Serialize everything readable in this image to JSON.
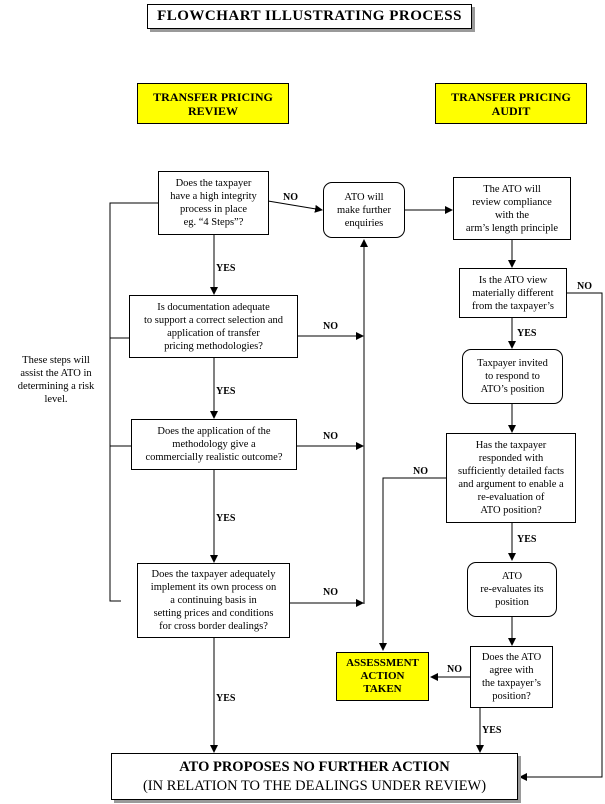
{
  "title": "FLOWCHART ILLUSTRATING PROCESS",
  "colors": {
    "highlight": "#ffff00",
    "line": "#000000",
    "shadow": "#9a9a9a"
  },
  "sections": {
    "review": "TRANSFER PRICING\nREVIEW",
    "audit": "TRANSFER PRICING\nAUDIT"
  },
  "side_note": "These steps will\nassist the ATO in\ndetermining a risk\nlevel.",
  "review_steps": {
    "q1": "Does the taxpayer\nhave a high integrity\nprocess in place\neg. “4 Steps”?",
    "q2": "Is documentation adequate\nto support a correct selection and\napplication of transfer\npricing methodologies?",
    "q3": "Does the application of the\nmethodology give a\ncommercially realistic outcome?",
    "q4": "Does the taxpayer adequately\nimplement its own process on\na continuing basis in\nsetting prices and conditions\nfor cross border dealings?"
  },
  "enquiries": "ATO will\nmake further\nenquiries",
  "audit_steps": {
    "review_compliance": "The ATO will\nreview compliance\nwith the\narm’s length principle",
    "q_view_different": "Is the ATO view\nmaterially different\nfrom the taxpayer’s",
    "invite": "Taxpayer invited\nto respond to\nATO’s position",
    "q_responded": "Has the taxpayer\nresponded with\nsufficiently detailed facts\nand argument to enable a\nre-evaluation of\nATO position?",
    "reevaluate": "ATO\nre-evaluates its\nposition",
    "q_agree": "Does the ATO\nagree with\nthe taxpayer’s\nposition?"
  },
  "assessment": "ASSESSMENT\nACTION\nTAKEN",
  "final": {
    "line1": "ATO PROPOSES NO FURTHER ACTION",
    "line2": "(IN RELATION TO THE DEALINGS UNDER REVIEW)"
  },
  "labels": {
    "yes": "YES",
    "no": "NO"
  }
}
